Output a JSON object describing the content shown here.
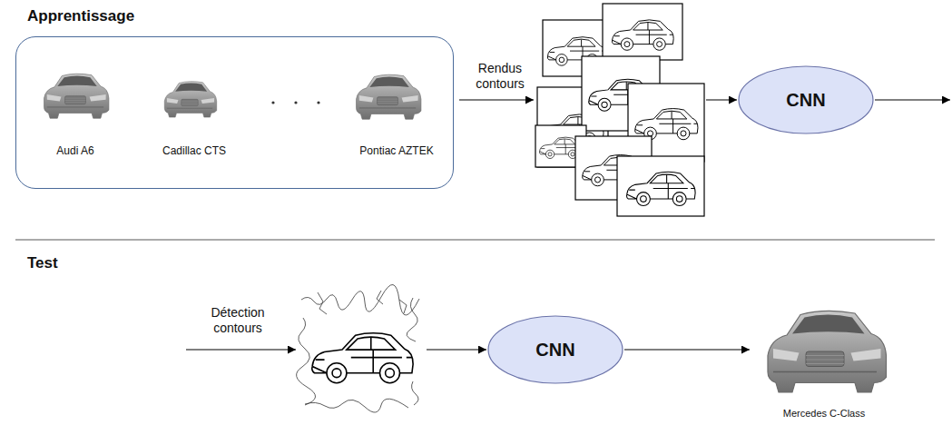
{
  "diagram": {
    "nodes": [
      {
        "text": [
          "Audi A6",
          "Cadillac CTS",
          "Pontiac AZTEK"
        ]
      },
      {
        "text": [
          "CNN"
        ]
      },
      {
        "text": [
          "CNN"
        ]
      }
    ],
    "labels": [
      "Apprentissage",
      "Rendus contours",
      "Test",
      "Détection contours",
      "Mercedes C-Class"
    ]
  }
}
